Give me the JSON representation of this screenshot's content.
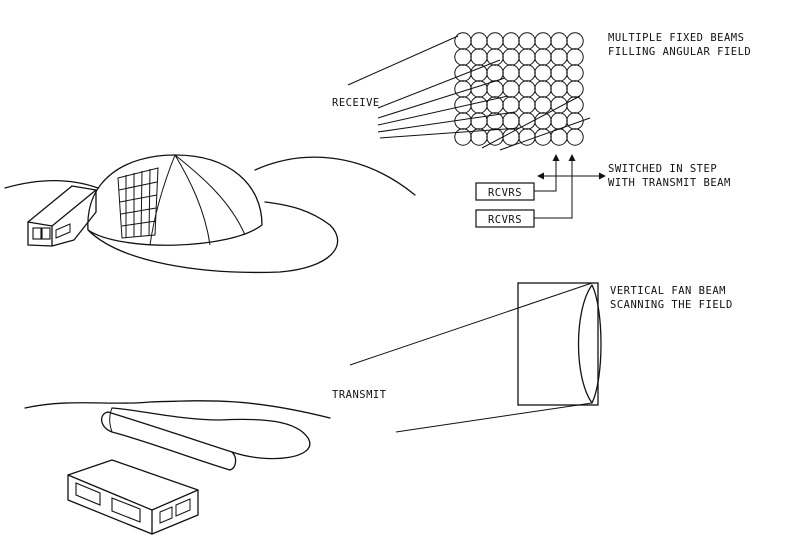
{
  "labels": {
    "receive": "RECEIVE",
    "transmit": "TRANSMIT",
    "multiple_beams_line1": "MULTIPLE FIXED BEAMS",
    "multiple_beams_line2": "FILLING ANGULAR FIELD",
    "switched_line1": "SWITCHED IN STEP",
    "switched_line2": "WITH TRANSMIT BEAM",
    "fan_line1": "VERTICAL FAN BEAM",
    "fan_line2": "SCANNING THE FIELD",
    "rcvrs_1": "RCVRS",
    "rcvrs_2": "RCVRS"
  },
  "beam_grid": {
    "rows": 7,
    "cols": 8
  }
}
